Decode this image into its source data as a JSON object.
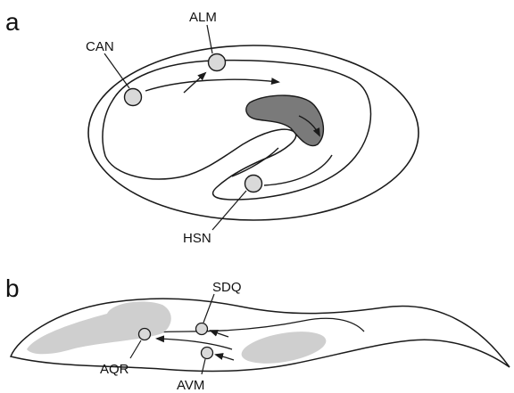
{
  "panel_a": {
    "letter": "a",
    "labels": {
      "can": "CAN",
      "alm": "ALM",
      "hsn": "HSN"
    }
  },
  "panel_b": {
    "letter": "b",
    "labels": {
      "sdq": "SDQ",
      "aqr": "AQR",
      "avm": "AVM"
    }
  },
  "colors": {
    "stroke": "#1a1a1a",
    "cell_fill": "#d9d9d9",
    "dark_region": "#7a7a7a",
    "light_region": "#cfcfcf"
  }
}
